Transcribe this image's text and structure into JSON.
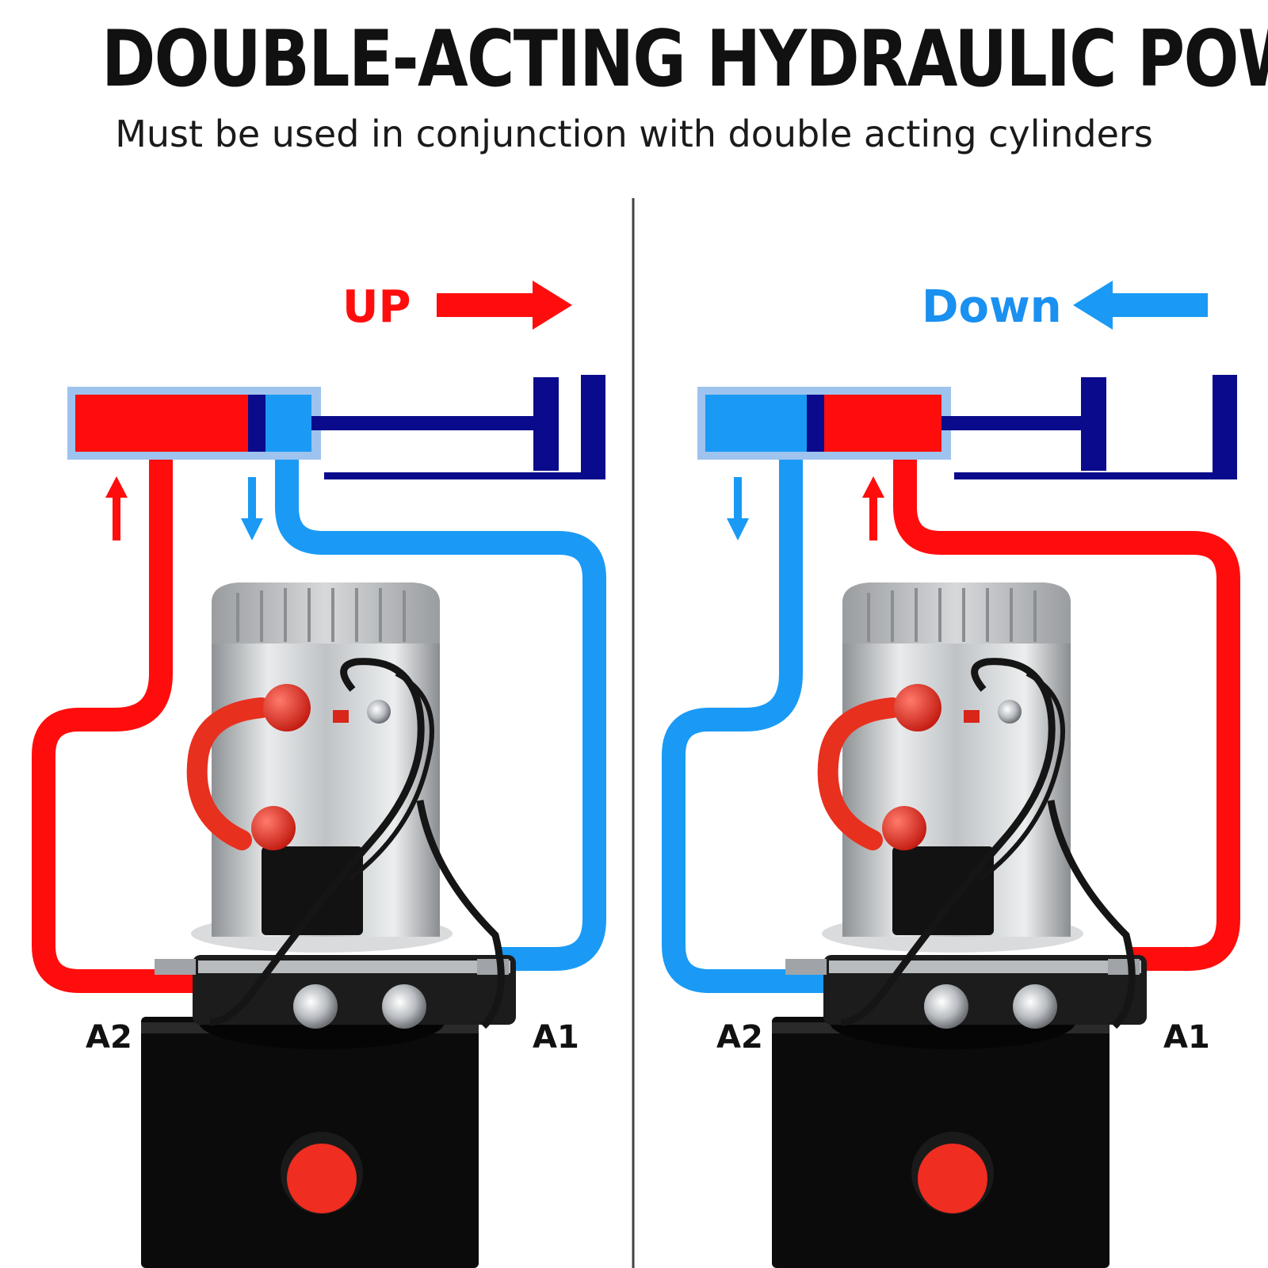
{
  "header": {
    "title": "DOUBLE-ACTING HYDRAULIC POWER UNITS",
    "subtitle": "Must be used in conjunction with double acting cylinders"
  },
  "panels": [
    {
      "direction_label": "UP",
      "direction_color": "#ff0d0d",
      "left_port_label": "A2",
      "right_port_label": "A1"
    },
    {
      "direction_label": "Down",
      "direction_color": "#1a90f0",
      "left_port_label": "A2",
      "right_port_label": "A1"
    }
  ],
  "colors": {
    "pressure_red": "#ff0d0d",
    "return_blue": "#1a9af5",
    "cylinder_navy": "#0a0a8c",
    "cylinder_frame": "#9ec3ee",
    "reservoir_black": "#0b0b0b",
    "motor_silver": "#c9cccf"
  }
}
